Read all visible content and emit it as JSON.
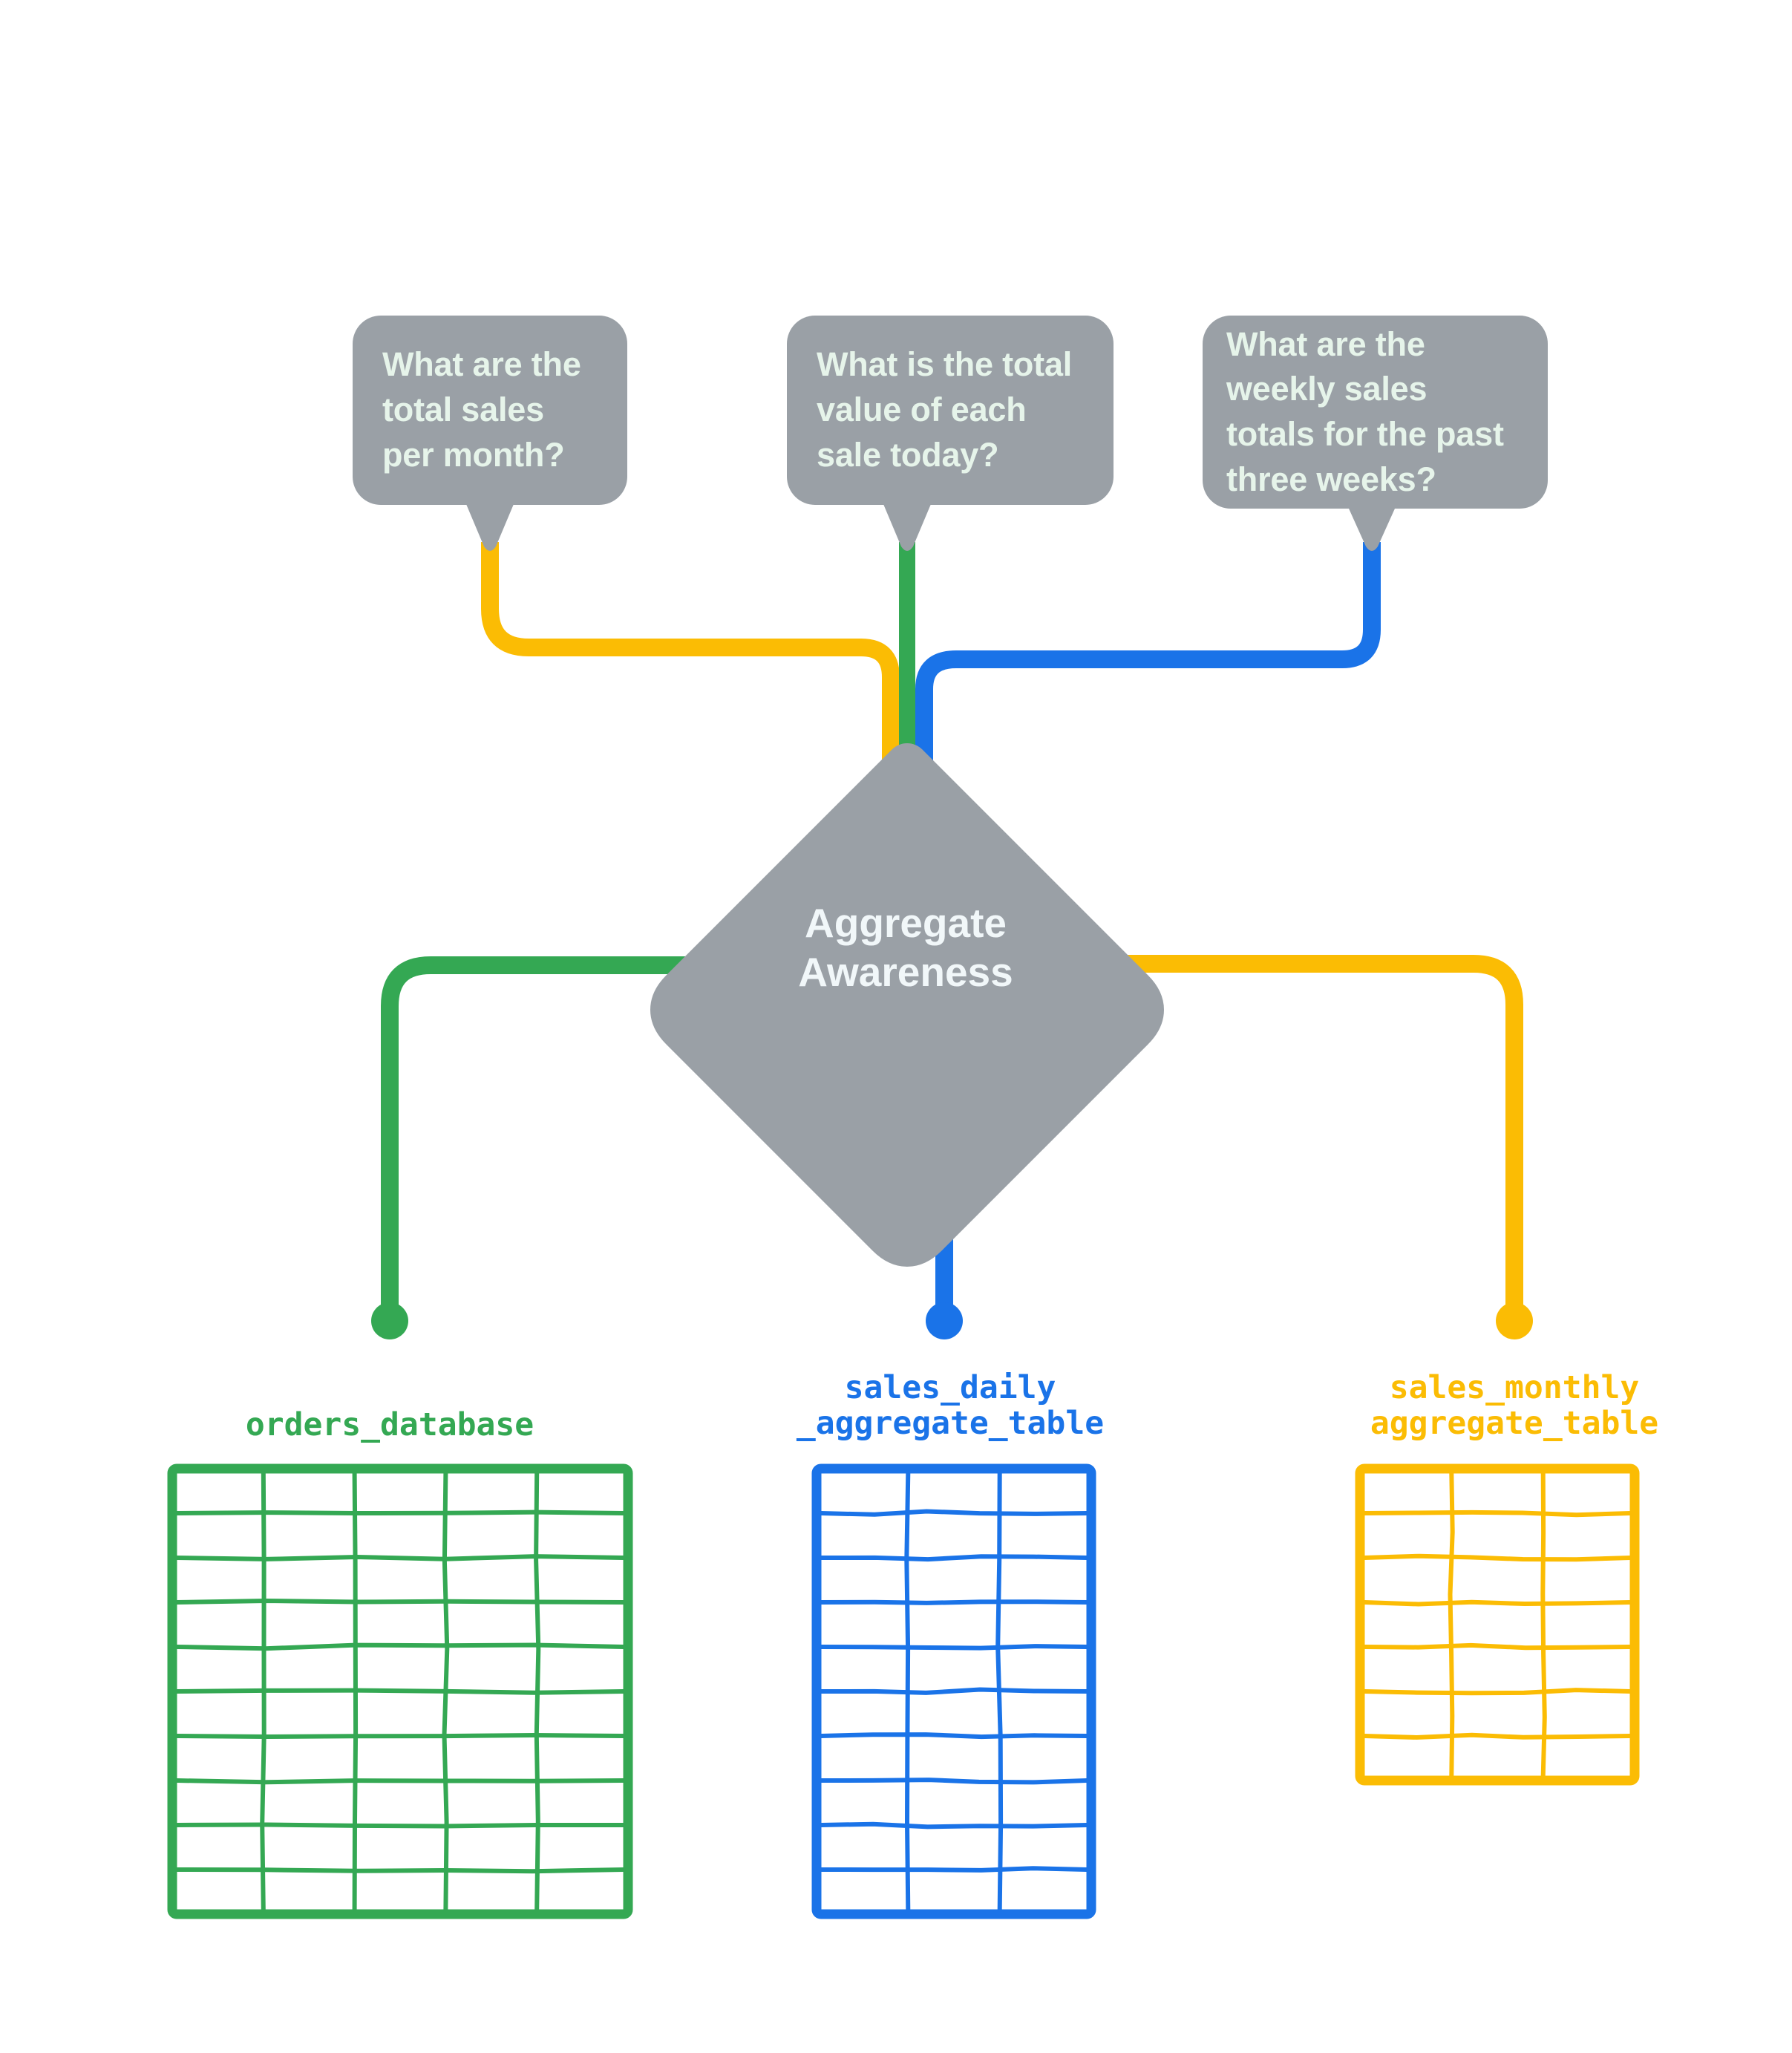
{
  "diagram": {
    "title": "Aggregate Awareness",
    "center_node": {
      "label_line1": "Aggregate",
      "label_line2": "Awareness",
      "shape": "diamond",
      "fill_color": "#9AA0A6",
      "text_color": "#F1F7F9"
    },
    "palette": {
      "gray": "#9AA0A6",
      "green": "#34A853",
      "blue": "#1A73E8",
      "yellow": "#FBBC04",
      "bubble_text": "#E6F4EA",
      "background": "#FFFFFF"
    },
    "questions": [
      {
        "id": "q-monthly",
        "text": "What are the total sales per month?",
        "connector_color": "#FBBC04",
        "routes_to": "sales_monthly aggregate_table"
      },
      {
        "id": "q-daily",
        "text": "What is the total value of each sale today?",
        "connector_color": "#34A853",
        "routes_to": "orders_database"
      },
      {
        "id": "q-weekly",
        "text": "What are the weekly sales totals for the past three weeks?",
        "connector_color": "#1A73E8",
        "routes_to": "sales_daily _aggregate_table"
      }
    ],
    "tables": [
      {
        "id": "orders-database",
        "caption": "orders_database",
        "color": "#34A853",
        "columns": 5,
        "rows": 10
      },
      {
        "id": "sales-daily-aggregate-table",
        "caption": "sales_daily\n_aggregate_table",
        "color": "#1A73E8",
        "columns": 3,
        "rows": 10
      },
      {
        "id": "sales-monthly-aggregate-table",
        "caption": "sales_monthly\naggregate_table",
        "color": "#FBBC04",
        "columns": 3,
        "rows": 7
      }
    ]
  }
}
